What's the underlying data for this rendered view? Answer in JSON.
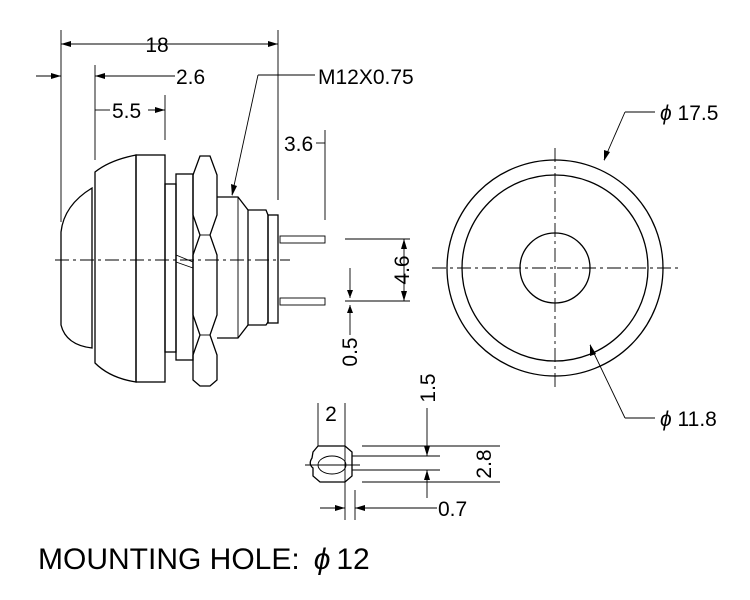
{
  "dims": {
    "overall_length": "18",
    "dome": "2.6",
    "cap": "5.5",
    "thread": "M12X0.75",
    "pin_length": "3.6",
    "pin_spacing": "4.6",
    "pin_thickness": "0.5",
    "outer_diameter_symbol": "ϕ",
    "outer_diameter": "17.5",
    "inner_diameter_symbol": "ϕ",
    "inner_diameter": "11.8",
    "hole_width": "2",
    "hole_gap": "1.5",
    "hole_height": "2.8",
    "hole_slot": "0.7"
  },
  "footer": {
    "label": "MOUNTING HOLE:",
    "symbol": "ϕ",
    "value": "12"
  }
}
